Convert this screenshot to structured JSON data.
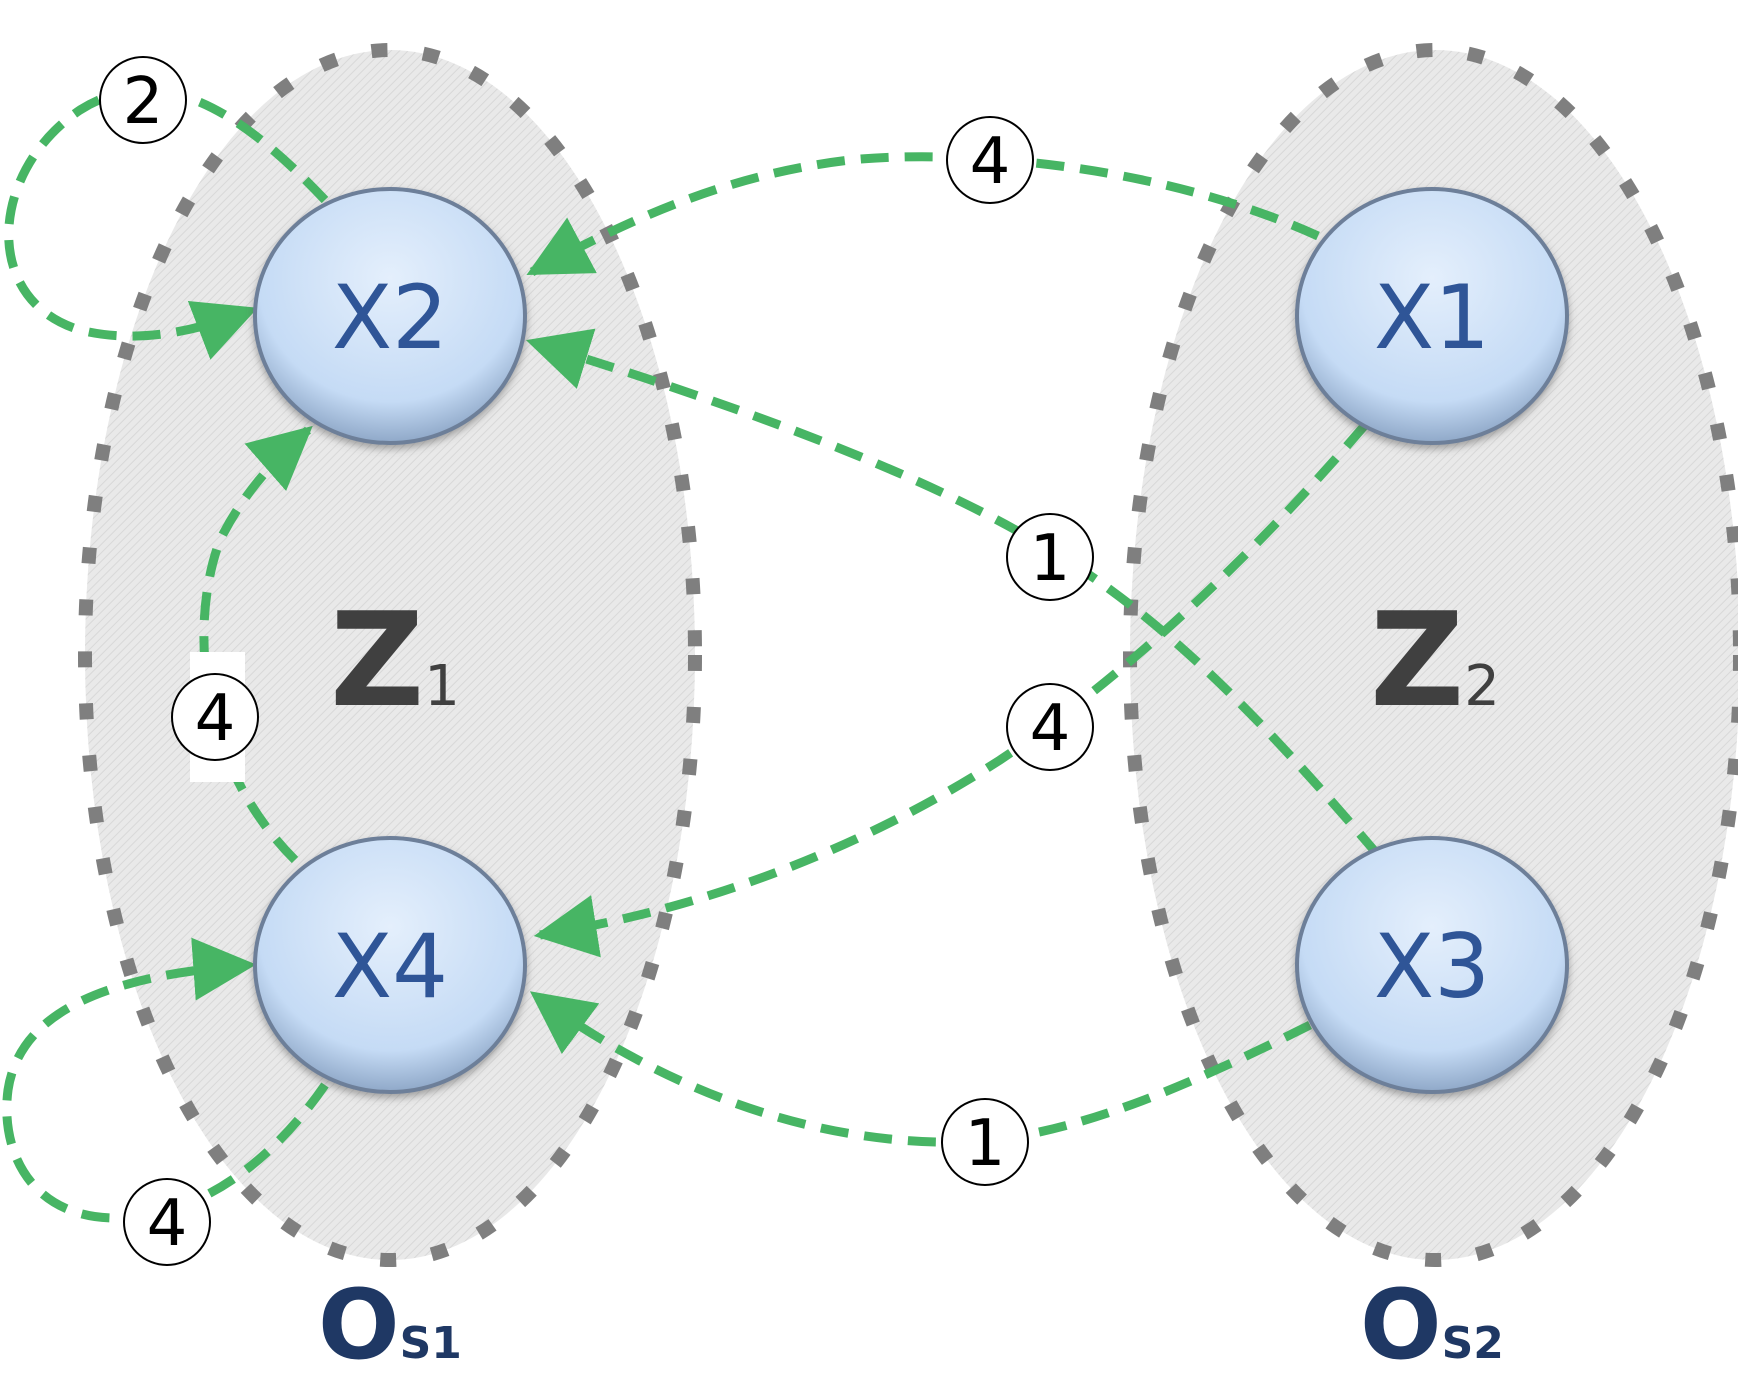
{
  "zones": [
    {
      "id": "Z1",
      "main": "Z",
      "sub": "1",
      "os_main": "O",
      "os_sub": "S1"
    },
    {
      "id": "Z2",
      "main": "Z",
      "sub": "2",
      "os_main": "O",
      "os_sub": "S2"
    }
  ],
  "nodes": [
    {
      "id": "X2",
      "label": "X2"
    },
    {
      "id": "X1",
      "label": "X1"
    },
    {
      "id": "X4",
      "label": "X4"
    },
    {
      "id": "X3",
      "label": "X3"
    }
  ],
  "edges": [
    {
      "id": "x2-self",
      "from": "X2",
      "to": "X2",
      "weight": "2"
    },
    {
      "id": "x1-x2",
      "from": "X1",
      "to": "X2",
      "weight": "4"
    },
    {
      "id": "x3-x2",
      "from": "X3",
      "to": "X2",
      "weight": "1"
    },
    {
      "id": "x4-x2",
      "from": "X4",
      "to": "X2",
      "weight": "4"
    },
    {
      "id": "x1-x4",
      "from": "X1",
      "to": "X4",
      "weight": "4"
    },
    {
      "id": "x3-x4",
      "from": "X3",
      "to": "X4",
      "weight": "1"
    },
    {
      "id": "x4-self",
      "from": "X4",
      "to": "X4",
      "weight": "4"
    }
  ],
  "colors": {
    "edge": "#47b564",
    "node_fill": "#c9def7",
    "node_text": "#2f5597",
    "zone_fill": "#e6e6e6",
    "zone_border": "#7f7f7f",
    "zone_label": "#404040",
    "os_label": "#1f3864"
  }
}
